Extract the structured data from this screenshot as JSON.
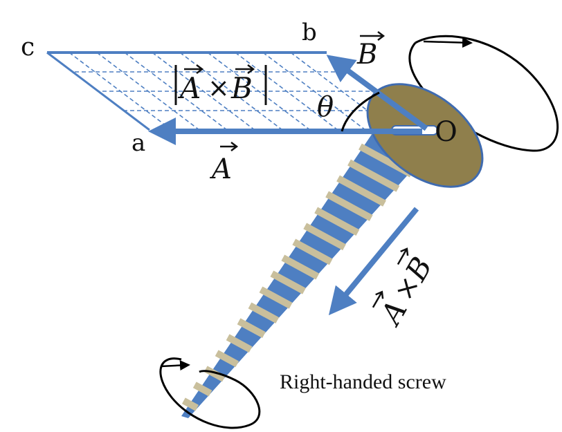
{
  "labels": {
    "point_a": "a",
    "point_b": "b",
    "point_c": "c",
    "origin": "O",
    "vector_a": "A",
    "vector_b": "B",
    "angle": "θ",
    "area_expression_left": "A",
    "area_cross": "×",
    "area_expression_right": "B",
    "cross_product_a": "A",
    "cross_product_cross": "×",
    "cross_product_b": "B",
    "caption": "Right-handed screw"
  },
  "colors": {
    "vector_blue": "#4e7fc2",
    "screw_body": "#4e7fc2",
    "screw_thread": "#c9bf9c",
    "screw_head": "#8f7f4c",
    "screw_head_outline": "#3f6bb0",
    "rotation_arrow": "#000000",
    "text": "#111111"
  }
}
